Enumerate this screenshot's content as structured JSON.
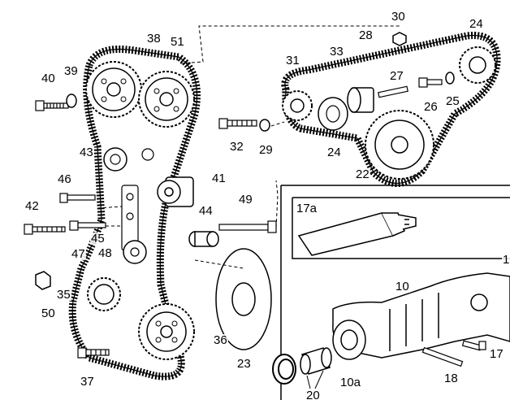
{
  "labels": {
    "l10": "10",
    "l10a": "10a",
    "l17": "17",
    "l17a": "17a",
    "l18": "18",
    "l20": "20",
    "l22": "22",
    "l23": "23",
    "l24a": "24",
    "l24b": "24",
    "l25": "25",
    "l26": "26",
    "l27": "27",
    "l28": "28",
    "l29": "29",
    "l30": "30",
    "l31": "31",
    "l32": "32",
    "l33": "33",
    "l35": "35",
    "l36": "36",
    "l37": "37",
    "l38": "38",
    "l39": "39",
    "l40": "40",
    "l41": "41",
    "l42": "42",
    "l43": "43",
    "l44": "44",
    "l45": "45",
    "l46": "46",
    "l47": "47",
    "l48": "48",
    "l49": "49",
    "l50": "50",
    "l51": "51",
    "l1": "1"
  }
}
